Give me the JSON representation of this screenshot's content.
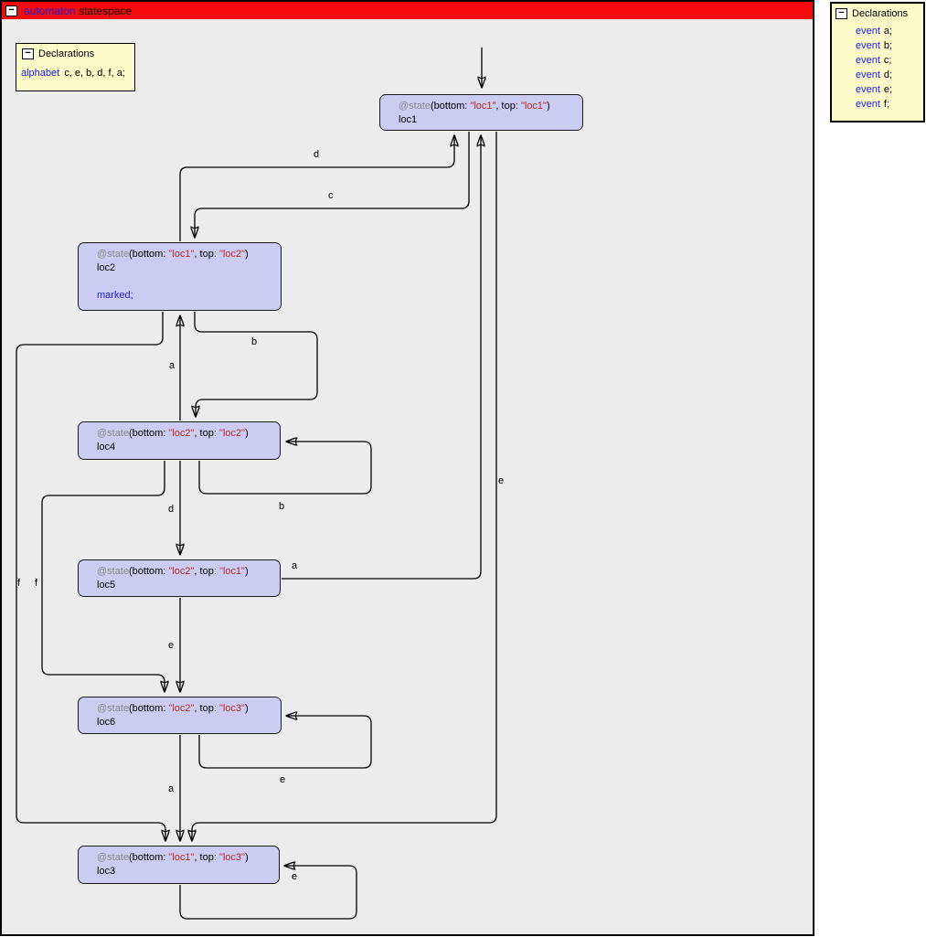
{
  "window": {
    "title_keyword": "automaton",
    "title_name": "statespace"
  },
  "ui": {
    "collapse_glyph": "−"
  },
  "alphabet_panel": {
    "header": "Declarations",
    "keyword": "alphabet",
    "value": "c, e, b, d, f, a;"
  },
  "events_panel": {
    "header": "Declarations",
    "keyword": "event",
    "items": [
      "a;",
      "b;",
      "c;",
      "d;",
      "e;",
      "f;"
    ]
  },
  "states": {
    "loc1": {
      "annotation": "@state",
      "open": "(bottom: ",
      "bottom": "\"loc1\"",
      "mid": ", top: ",
      "top": "\"loc1\"",
      "close": ")",
      "name": "loc1"
    },
    "loc2": {
      "annotation": "@state",
      "open": "(bottom: ",
      "bottom": "\"loc1\"",
      "mid": ", top: ",
      "top": "\"loc2\"",
      "close": ")",
      "name": "loc2",
      "marked": "marked;"
    },
    "loc4": {
      "annotation": "@state",
      "open": "(bottom: ",
      "bottom": "\"loc2\"",
      "mid": ", top: ",
      "top": "\"loc2\"",
      "close": ")",
      "name": "loc4"
    },
    "loc5": {
      "annotation": "@state",
      "open": "(bottom: ",
      "bottom": "\"loc2\"",
      "mid": ", top: ",
      "top": "\"loc1\"",
      "close": ")",
      "name": "loc5"
    },
    "loc6": {
      "annotation": "@state",
      "open": "(bottom: ",
      "bottom": "\"loc2\"",
      "mid": ", top: ",
      "top": "\"loc3\"",
      "close": ")",
      "name": "loc6"
    },
    "loc3": {
      "annotation": "@state",
      "open": "(bottom: ",
      "bottom": "\"loc1\"",
      "mid": ", top: ",
      "top": "\"loc3\"",
      "close": ")",
      "name": "loc3"
    }
  },
  "edge_labels": {
    "loc2_to_loc1": "d",
    "loc1_to_loc2": "c",
    "loc4_to_loc2": "a",
    "loc2_to_loc4": "b",
    "loc4_self_loop": "b",
    "loc4_to_loc5": "d",
    "loc2_to_loc3": "f",
    "loc4_to_loc6": "f",
    "loc5_to_loc1": "a",
    "loc1_to_loc3": "e",
    "loc5_to_loc6": "e",
    "loc6_self_loop": "e",
    "loc6_to_loc3": "a",
    "loc3_self_loop": "e"
  },
  "colors": {
    "titlebar_red": "#f60909",
    "state_fill": "#ccccf2",
    "panel_yellow": "#fbfbc9",
    "keyword_blue": "#1c1cd8",
    "string_red": "#b82a2a",
    "annotation_gray": "#8a8a8a",
    "canvas_gray": "#ececec"
  }
}
